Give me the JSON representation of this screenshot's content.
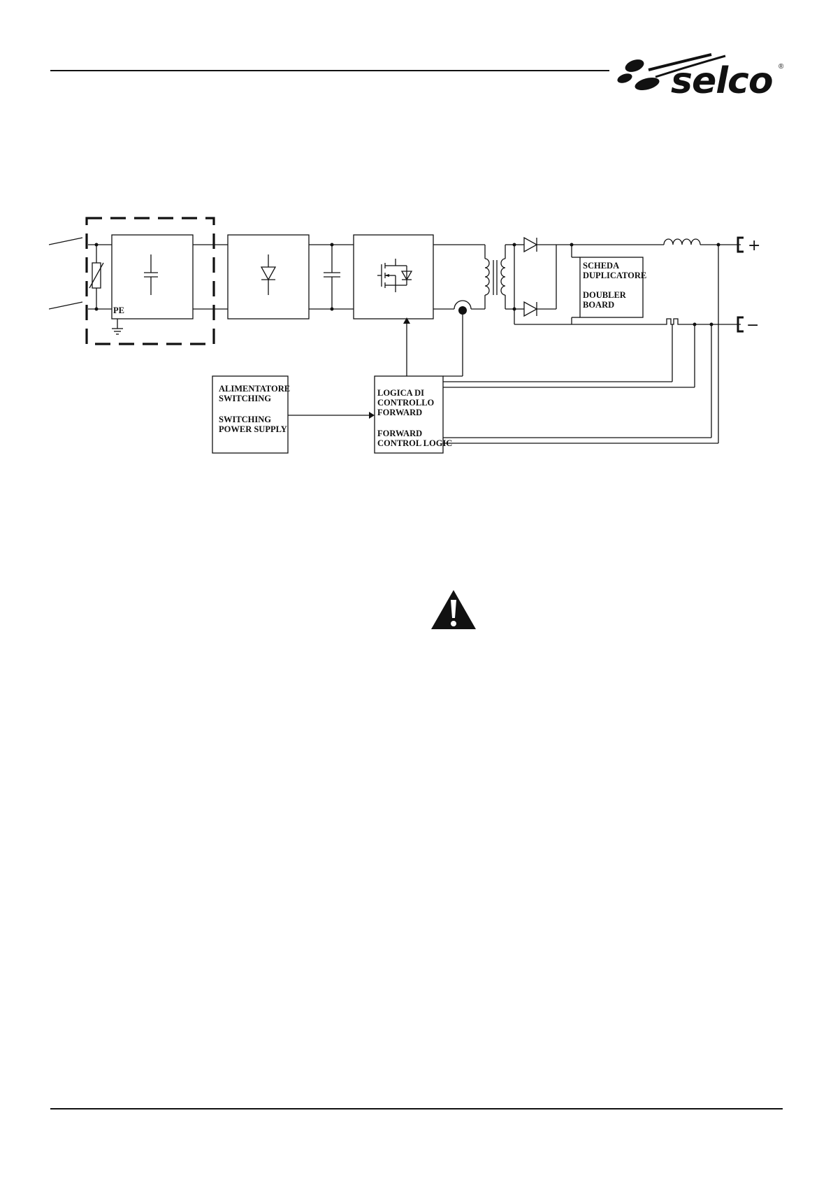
{
  "brand": {
    "name": "selco",
    "registered": "®"
  },
  "diagram": {
    "pe_label": "PE",
    "doubler": {
      "line1": "SCHEDA",
      "line2": "DUPLICATORE",
      "line3": "DOUBLER",
      "line4": "BOARD"
    },
    "psu": {
      "line1": "ALIMENTATORE",
      "line2": "SWITCHING",
      "line3": "SWITCHING",
      "line4": "POWER SUPPLY"
    },
    "logic": {
      "line1": "LOGICA DI",
      "line2": "CONTROLLO",
      "line3": "FORWARD",
      "line4": "FORWARD",
      "line5": "CONTROL LOGIC"
    },
    "terminal_plus": "+",
    "terminal_minus": "−"
  },
  "icons": {
    "warning": "warning-triangle-icon",
    "logo": "selco-logo"
  }
}
